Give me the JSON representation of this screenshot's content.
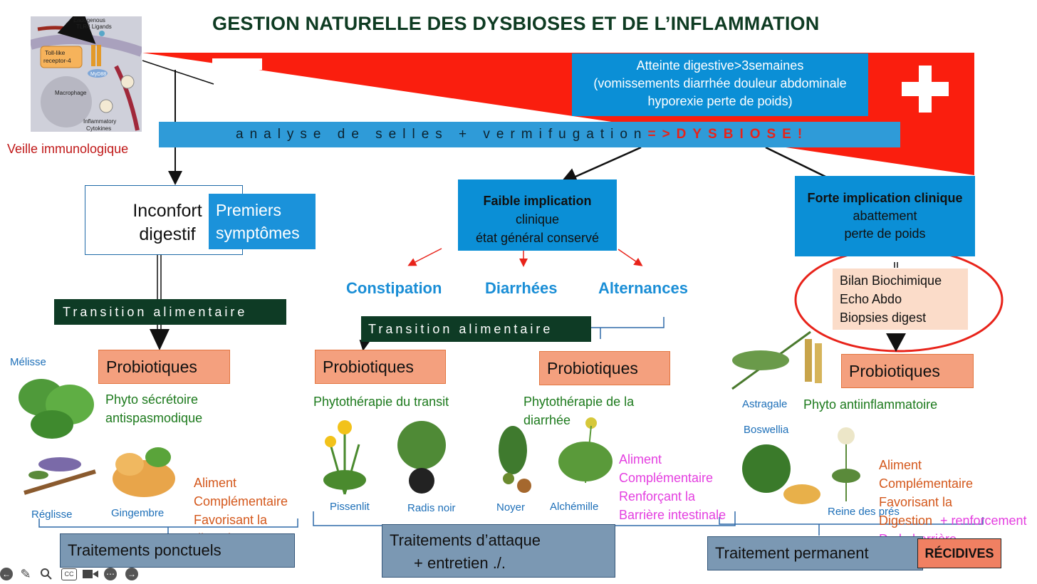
{
  "title": "GESTION NATURELLE DES DYSBIOSES ET DE L’INFLAMMATION",
  "immuno_figure": {
    "ligands": [
      "Endogenous",
      "TLR4 Ligands"
    ],
    "receptor": [
      "Toll-like",
      "receptor-4"
    ],
    "myd88": "MyD88",
    "macrophage": "Macrophage",
    "cytokines": [
      "Inflammatory",
      "Cytokines"
    ]
  },
  "veille": "Veille immunologique",
  "atteinte": [
    "Atteinte digestive>3semaines",
    "(vomissements diarrhée douleur abdominale",
    "hyporexie  perte de poids)"
  ],
  "analyse": {
    "text": "analyse de selles + vermifugation",
    "dysbiose": "=>DYSBIOSE!"
  },
  "inconfort": [
    "Inconfort",
    "digestif"
  ],
  "premiers": [
    "Premiers",
    "symptômes"
  ],
  "faible": {
    "title": "Faible implication",
    "lines": [
      "clinique",
      "état général conservé"
    ]
  },
  "forte": {
    "title": "Forte  implication clinique",
    "lines": [
      "abattement",
      "perte de poids"
    ]
  },
  "symptoms": {
    "constipation": "Constipation",
    "diarrhees": "Diarrhées",
    "alternances": "Alternances"
  },
  "transition": "Transition alimentaire",
  "bilan": [
    "Bilan Biochimique",
    "Echo Abdo",
    "Biopsies digest"
  ],
  "probiotiques": "Probiotiques",
  "col1": {
    "phyto": [
      "Phyto sécrétoire",
      "antispasmodique"
    ],
    "plants": {
      "melisse": "Mélisse",
      "reglisse": "Réglisse",
      "gingembre": "Gingembre"
    },
    "aliment": [
      "Aliment",
      "Complémentaire",
      "Favorisant la",
      "digestion"
    ],
    "footer": "Traitements ponctuels"
  },
  "col2": {
    "phyto_transit": "Phytothérapie du transit",
    "phyto_diarrhee": [
      "Phytothérapie de la",
      "diarrhée"
    ],
    "plants": {
      "pissenlit": "Pissenlit",
      "radis": "Radis noir",
      "noyer": "Noyer",
      "alchemille": "Alchémille"
    },
    "aliment": [
      "Aliment",
      "Complémentaire",
      "Renforçant la",
      "Barrière intestinale"
    ],
    "footer": [
      "Traitements  d’attaque",
      "+ entretien ./."
    ]
  },
  "col3": {
    "phyto": "Phyto antiinflammatoire",
    "plants": {
      "astragale": "Astragale",
      "boswellia": "Boswellia",
      "reine": "Reine des prés"
    },
    "aliment_orange": [
      "Aliment",
      "Complémentaire",
      "Favorisant la",
      "Digestion"
    ],
    "aliment_pink": [
      "+ renforcement",
      "De la barrière"
    ],
    "footer": "Traitement permanent",
    "recidives": "RÉCIDIVES"
  },
  "colors": {
    "red": "#fa1e0e",
    "blue": "#0b8fd6",
    "dark_green": "#0e3b25",
    "probio": "#f4a07e",
    "footer": "#7b98b3"
  },
  "controls": [
    "back-icon",
    "pen-icon",
    "search-icon",
    "cc-icon",
    "camera-icon",
    "more-icon",
    "forward-icon"
  ]
}
